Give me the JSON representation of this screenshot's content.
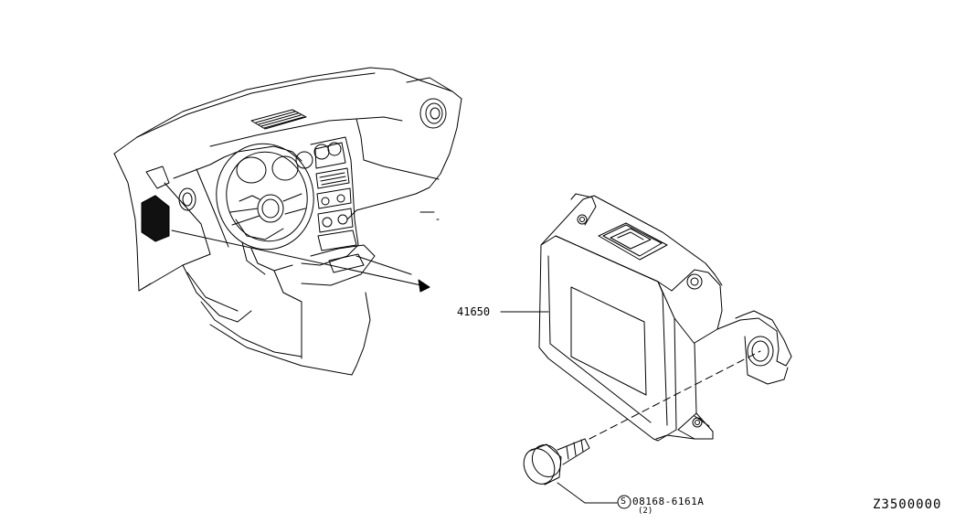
{
  "parts": {
    "module_part_number": "41650",
    "bolt_part_number": "08168-6161A",
    "bolt_quantity": "(2)",
    "bolt_symbol": "S"
  },
  "diagram_code": "Z3500000",
  "colors": {
    "line": "#000000",
    "background": "#ffffff"
  }
}
